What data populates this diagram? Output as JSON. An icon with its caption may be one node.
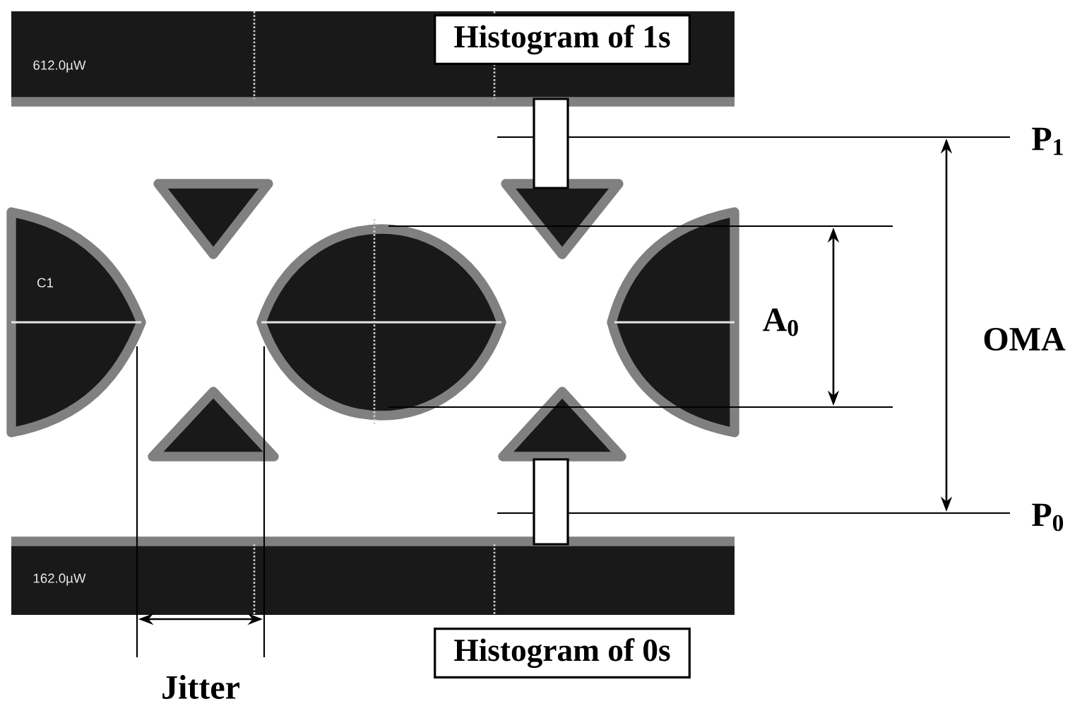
{
  "diagram": {
    "nodes": [
      {
        "text": [
          "Histogram of 1s"
        ]
      },
      {
        "text": [
          "Histogram of 0s"
        ]
      }
    ],
    "labels": [
      "612.0µW",
      "C1",
      "162.0µW",
      "P$_{1}$",
      "A$_{0}$",
      "OMA",
      "P$_{0}$",
      "Jitter"
    ]
  }
}
